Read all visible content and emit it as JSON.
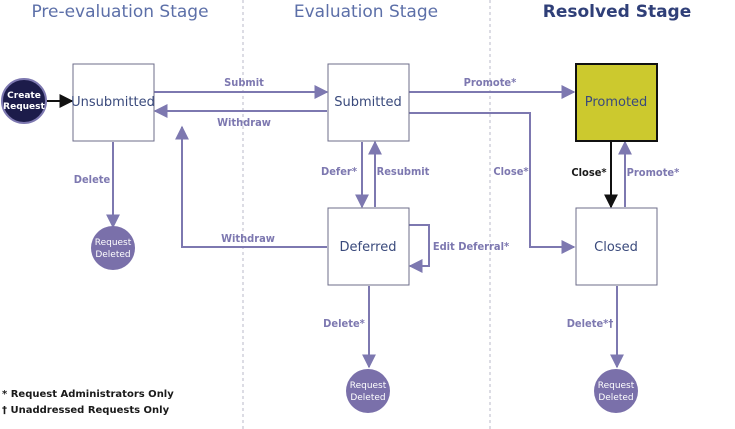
{
  "stages": {
    "pre_evaluation": "Pre-evaluation Stage",
    "evaluation": "Evaluation Stage",
    "resolved": "Resolved Stage"
  },
  "states": {
    "unsubmitted": "Unsubmitted",
    "submitted": "Submitted",
    "promoted": "Promoted",
    "deferred": "Deferred",
    "closed": "Closed"
  },
  "start_node": {
    "line1": "Create",
    "line2": "Request"
  },
  "end_nodes": {
    "line1": "Request",
    "line2": "Deleted"
  },
  "transitions": {
    "submit": "Submit",
    "withdraw_submitted": "Withdraw",
    "promote": "Promote*",
    "delete_unsubmitted": "Delete",
    "defer": "Defer*",
    "resubmit": "Resubmit",
    "close_submitted": "Close*",
    "close_promoted": "Close*",
    "promote_closed": "Promote*",
    "withdraw_deferred": "Withdraw",
    "edit_deferral": "Edit Deferral*",
    "delete_deferred": "Delete*",
    "delete_closed": "Delete*†"
  },
  "legend": {
    "admins_only": "* Request Administrators Only",
    "unaddressed_only": "† Unaddressed Requests Only"
  },
  "colors": {
    "accent": "#7d78b0",
    "promoted_fill": "#ccc92e",
    "start_fill": "#1c1c4a",
    "end_fill": "#7a70aa"
  }
}
